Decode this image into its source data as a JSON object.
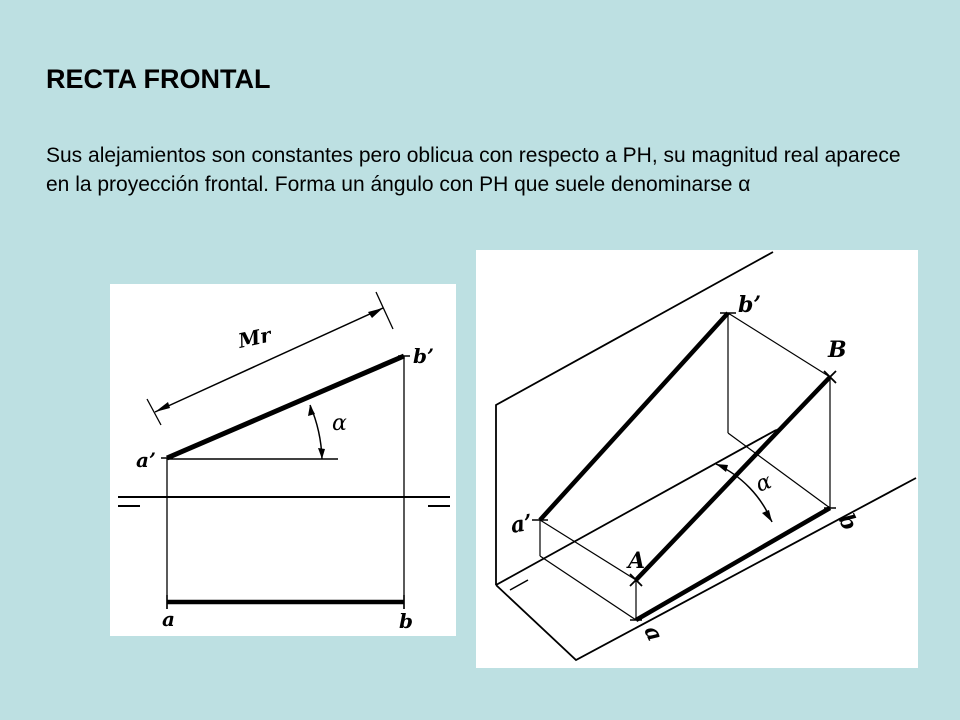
{
  "slide": {
    "title": "RECTA FRONTAL",
    "body": "Sus alejamientos son constantes pero oblicua con respecto a PH, su magnitud real aparece en la proyección frontal. Forma un ángulo con PH que suele denominarse α"
  },
  "figure_left": {
    "labels": {
      "true_length": "Mr",
      "angle": "α",
      "a_front": "a’",
      "b_front": "b’",
      "a_top": "a",
      "b_top": "b"
    }
  },
  "figure_right": {
    "labels": {
      "b_front": "b’",
      "point_B": "B",
      "angle": "α",
      "a_front": "a’",
      "point_A": "A",
      "b_top": "b",
      "a_top": "a"
    }
  }
}
